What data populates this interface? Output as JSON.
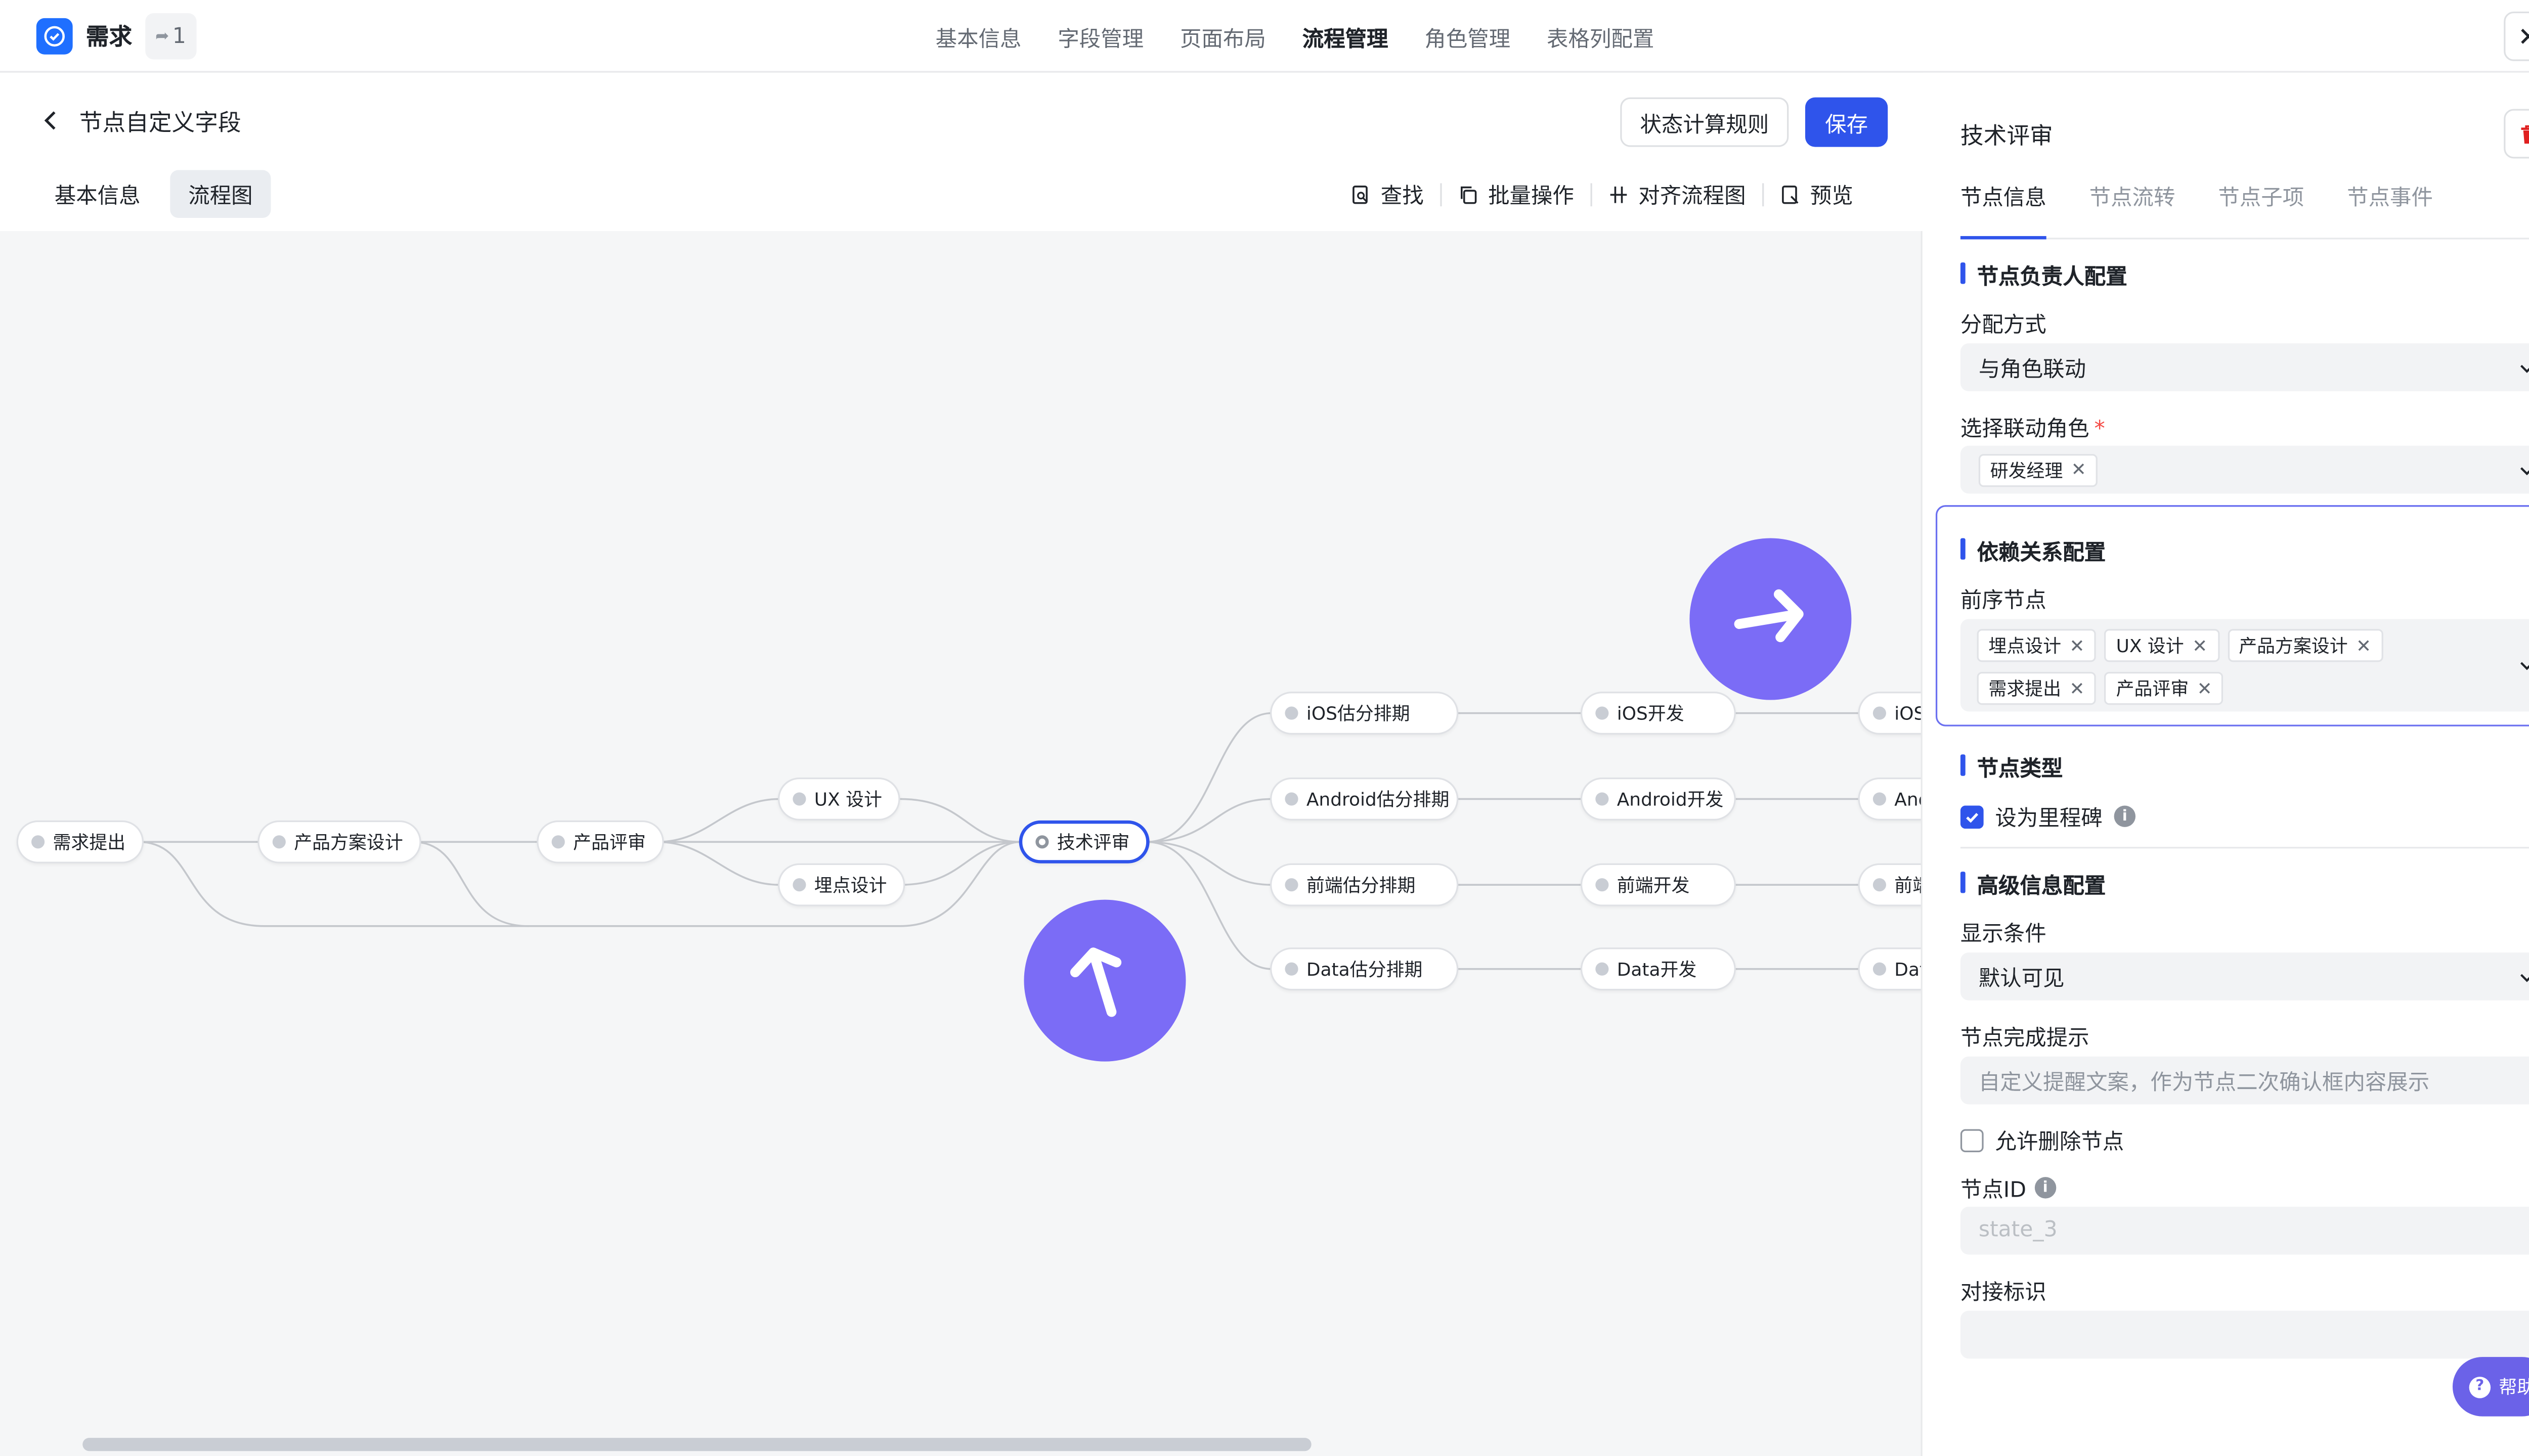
{
  "app": {
    "title": "需求",
    "share_count": "1"
  },
  "top_tabs": [
    {
      "label": "基本信息"
    },
    {
      "label": "字段管理"
    },
    {
      "label": "页面布局"
    },
    {
      "label": "流程管理",
      "active": true
    },
    {
      "label": "角色管理"
    },
    {
      "label": "表格列配置"
    }
  ],
  "page": {
    "title": "节点自定义字段",
    "rule_button": "状态计算规则",
    "save_button": "保存"
  },
  "sub_tabs": [
    {
      "label": "基本信息"
    },
    {
      "label": "流程图",
      "active": true
    }
  ],
  "toolbar": {
    "find": "查找",
    "batch": "批量操作",
    "align": "对齐流程图",
    "preview": "预览"
  },
  "flow_nodes": {
    "n1": "需求提出",
    "n2": "产品方案设计",
    "n3": "产品评审",
    "n4": "UX 设计",
    "n5": "埋点设计",
    "n6": "技术评审",
    "n7": "iOS估分排期",
    "n8": "Android估分排期",
    "n9": "前端估分排期",
    "n10": "Data估分排期",
    "n11": "iOS开发",
    "n12": "Android开发",
    "n13": "前端开发",
    "n14": "Data开发",
    "n15": "iOS",
    "n16": "And",
    "n17": "前端",
    "n18": "Dat"
  },
  "panel": {
    "title": "技术评审",
    "tabs": [
      {
        "label": "节点信息",
        "active": true
      },
      {
        "label": "节点流转"
      },
      {
        "label": "节点子项"
      },
      {
        "label": "节点事件"
      }
    ],
    "owner": {
      "section": "节点负责人配置",
      "assign_label": "分配方式",
      "assign_value": "与角色联动",
      "role_label": "选择联动角色",
      "required_mark": "*",
      "roles": [
        "研发经理"
      ]
    },
    "dependency": {
      "section": "依赖关系配置",
      "pre_label": "前序节点",
      "pre_nodes": [
        "埋点设计",
        "UX 设计",
        "产品方案设计",
        "需求提出",
        "产品评审"
      ]
    },
    "node_type": {
      "section": "节点类型",
      "milestone_label": "设为里程碑",
      "milestone_checked": true
    },
    "advanced": {
      "section": "高级信息配置",
      "condition_label": "显示条件",
      "condition_value": "默认可见",
      "tip_label": "节点完成提示",
      "tip_placeholder": "自定义提醒文案，作为节点二次确认框内容展示",
      "allow_delete_label": "允许删除节点",
      "allow_delete_checked": false,
      "node_id_label": "节点ID",
      "node_id_value": "state_3",
      "docking_label": "对接标识"
    },
    "help": "帮助"
  }
}
